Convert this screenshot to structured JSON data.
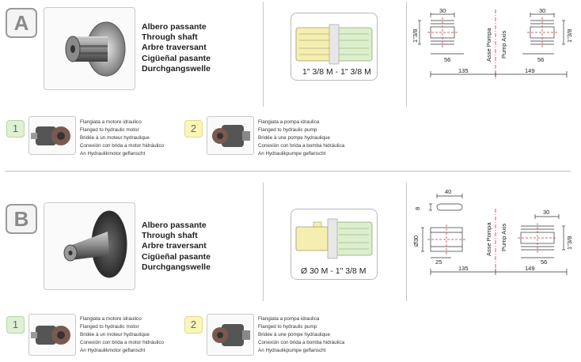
{
  "section_a": {
    "letter": "A",
    "description": [
      "Albero passante",
      "Through shaft",
      "Arbre traversant",
      "Cigüeñal pasante",
      "Durchgangswelle"
    ],
    "shaft_label": "1\" 3/8 M - 1\" 3/8 M",
    "drawing": {
      "top_left_dim": "30",
      "top_right_dim": "30",
      "left_height": "1\"3/8",
      "right_height": "1\"3/8",
      "axis_label_1": "Asse Pompa",
      "axis_label_2": "Pump Axis",
      "left_inner": "56",
      "right_inner": "56",
      "bottom_left": "135",
      "bottom_right": "149"
    },
    "options": [
      {
        "number": "1",
        "lines": [
          "Flangiata a motore idraulico",
          "Flanged to hydraulic motor",
          "Bridée à un moteur hydraulique",
          "Conexión con brida a motor hidráulico",
          "An Hydraulikmotor geflanscht"
        ]
      },
      {
        "number": "2",
        "lines": [
          "Flangiata a pompa idraulica",
          "Flanged to hydraulic pump",
          "Bridée à une pompe hydraulique",
          "Conexión con brida a bomba hidráulica",
          "An Hydraulikpumpe geflanscht"
        ]
      }
    ]
  },
  "section_b": {
    "letter": "B",
    "description": [
      "Albero passante",
      "Through shaft",
      "Arbre traversant",
      "Cigüeñal pasante",
      "Durchgangswelle"
    ],
    "shaft_label": "Ø 30 M - 1\" 3/8 M",
    "drawing": {
      "key_width": "40",
      "key_height": "8",
      "left_diameter": "Ø30",
      "left_inner": "25",
      "top_right_dim": "30",
      "right_height": "1\"3/8",
      "axis_label_1": "Asse Pompa",
      "axis_label_2": "Pump Axis",
      "right_inner": "56",
      "bottom_left": "135",
      "bottom_right": "149"
    },
    "options": [
      {
        "number": "1",
        "lines": [
          "Flangiata a motore idraulico",
          "Flanged to hydraulic motor",
          "Bridée à un moteur hydraulique",
          "Conexión con brida a motor hidráulico",
          "An Hydraulikmotor geflanscht"
        ]
      },
      {
        "number": "2",
        "lines": [
          "Flangiata a pompa idraulica",
          "Flanged to hydraulic pump",
          "Bridée à une pompe hydraulique",
          "Conexión con brida a bomba hidráulica",
          "An Hydraulikpumpe geflanscht"
        ]
      }
    ]
  }
}
